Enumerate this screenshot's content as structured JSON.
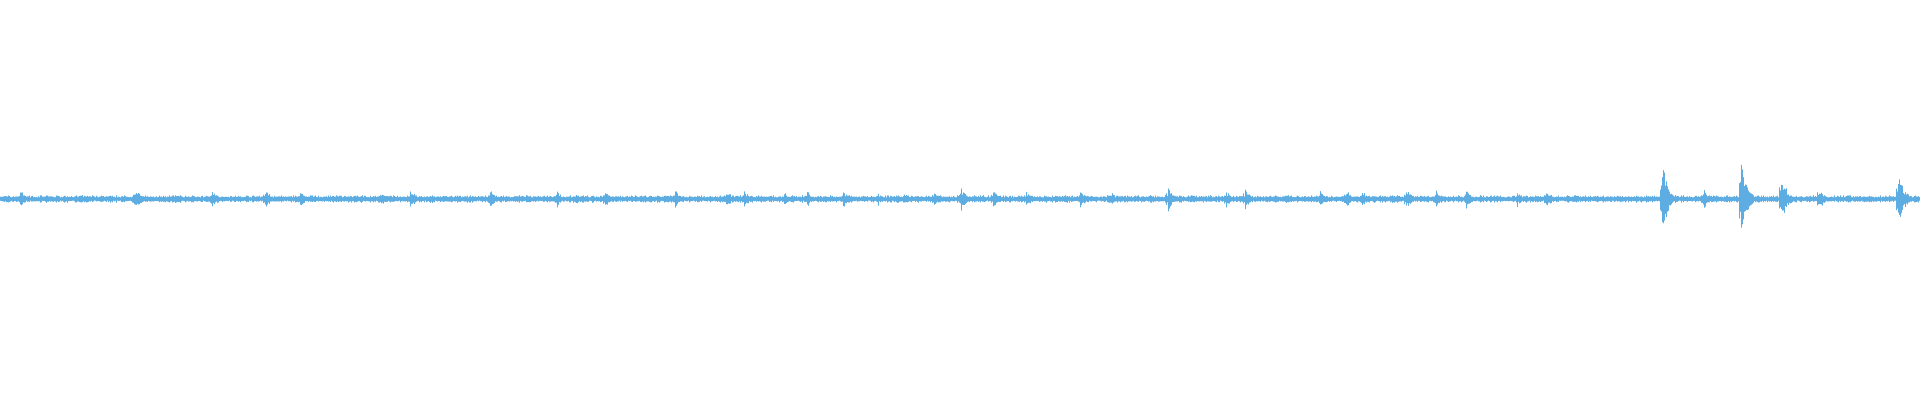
{
  "waveform": {
    "color": "#5dade2",
    "background": "#ffffff",
    "baseline_amplitude": 0.012,
    "peaks": [
      {
        "t": 0.0104,
        "amp": 0.045
      },
      {
        "t": 0.0703,
        "amp": 0.05
      },
      {
        "t": 0.0911,
        "amp": 0.035
      },
      {
        "t": 0.1104,
        "amp": 0.04
      },
      {
        "t": 0.138,
        "amp": 0.045
      },
      {
        "t": 0.156,
        "amp": 0.04
      },
      {
        "t": 0.198,
        "amp": 0.045
      },
      {
        "t": 0.2135,
        "amp": 0.045
      },
      {
        "t": 0.2552,
        "amp": 0.045
      },
      {
        "t": 0.29,
        "amp": 0.04
      },
      {
        "t": 0.3,
        "amp": 0.035
      },
      {
        "t": 0.315,
        "amp": 0.045
      },
      {
        "t": 0.3515,
        "amp": 0.04
      },
      {
        "t": 0.378,
        "amp": 0.045
      },
      {
        "t": 0.3875,
        "amp": 0.045
      },
      {
        "t": 0.408,
        "amp": 0.035
      },
      {
        "t": 0.42,
        "amp": 0.04
      },
      {
        "t": 0.439,
        "amp": 0.045
      },
      {
        "t": 0.457,
        "amp": 0.035
      },
      {
        "t": 0.47,
        "amp": 0.035
      },
      {
        "t": 0.486,
        "amp": 0.04
      },
      {
        "t": 0.5005,
        "amp": 0.055
      },
      {
        "t": 0.517,
        "amp": 0.05
      },
      {
        "t": 0.534,
        "amp": 0.04
      },
      {
        "t": 0.5625,
        "amp": 0.045
      },
      {
        "t": 0.578,
        "amp": 0.04
      },
      {
        "t": 0.6083,
        "amp": 0.06
      },
      {
        "t": 0.6385,
        "amp": 0.04
      },
      {
        "t": 0.648,
        "amp": 0.055
      },
      {
        "t": 0.67,
        "amp": 0.04
      },
      {
        "t": 0.687,
        "amp": 0.045
      },
      {
        "t": 0.701,
        "amp": 0.05
      },
      {
        "t": 0.709,
        "amp": 0.045
      },
      {
        "t": 0.732,
        "amp": 0.05
      },
      {
        "t": 0.7475,
        "amp": 0.05
      },
      {
        "t": 0.7635,
        "amp": 0.045
      },
      {
        "t": 0.79,
        "amp": 0.035
      },
      {
        "t": 0.805,
        "amp": 0.045
      },
      {
        "t": 0.8656,
        "amp": 0.18
      },
      {
        "t": 0.8865,
        "amp": 0.06
      },
      {
        "t": 0.9063,
        "amp": 0.2
      },
      {
        "t": 0.9276,
        "amp": 0.11
      },
      {
        "t": 0.9469,
        "amp": 0.06
      },
      {
        "t": 0.9885,
        "amp": 0.14
      }
    ]
  }
}
